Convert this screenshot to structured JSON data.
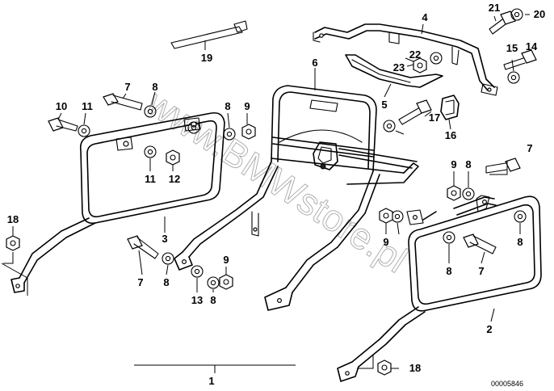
{
  "diagram_id": "00005846",
  "watermark": "www.BMWstore.pl",
  "callouts": [
    {
      "label": "1"
    },
    {
      "label": "2"
    },
    {
      "label": "3"
    },
    {
      "label": "4"
    },
    {
      "label": "5"
    },
    {
      "label": "6"
    },
    {
      "label": "7"
    },
    {
      "label": "7"
    },
    {
      "label": "7"
    },
    {
      "label": "7"
    },
    {
      "label": "8"
    },
    {
      "label": "8"
    },
    {
      "label": "8"
    },
    {
      "label": "8"
    },
    {
      "label": "8"
    },
    {
      "label": "8"
    },
    {
      "label": "8"
    },
    {
      "label": "9"
    },
    {
      "label": "9"
    },
    {
      "label": "9"
    },
    {
      "label": "9"
    },
    {
      "label": "10"
    },
    {
      "label": "11"
    },
    {
      "label": "11"
    },
    {
      "label": "12"
    },
    {
      "label": "13"
    },
    {
      "label": "14"
    },
    {
      "label": "15"
    },
    {
      "label": "16"
    },
    {
      "label": "17"
    },
    {
      "label": "18"
    },
    {
      "label": "18"
    },
    {
      "label": "19"
    },
    {
      "label": "20"
    },
    {
      "label": "21"
    },
    {
      "label": "22"
    },
    {
      "label": "23"
    }
  ]
}
